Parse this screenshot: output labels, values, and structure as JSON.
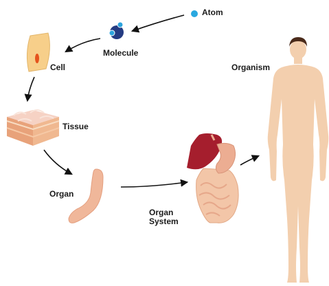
{
  "levels": {
    "atom": "Atom",
    "molecule": "Molecule",
    "cell": "Cell",
    "tissue": "Tissue",
    "organ": "Organ",
    "organ_system_line1": "Organ",
    "organ_system_line2": "System",
    "organism": "Organism"
  },
  "colors": {
    "atom": "#29a8e0",
    "molecule_core": "#243b82",
    "molecule_small": "#2ca3dd",
    "cell_body": "#f7cf8a",
    "cell_nucleus": "#e5531d",
    "tissue_top": "#f2c3b4",
    "tissue_side": "#e8a27a",
    "stomach": "#f0b79a",
    "liver": "#a51e2d",
    "intestine": "#f3c6a8",
    "skin": "#f3cfae",
    "hair": "#4a2a1a",
    "arrow": "#111111"
  }
}
